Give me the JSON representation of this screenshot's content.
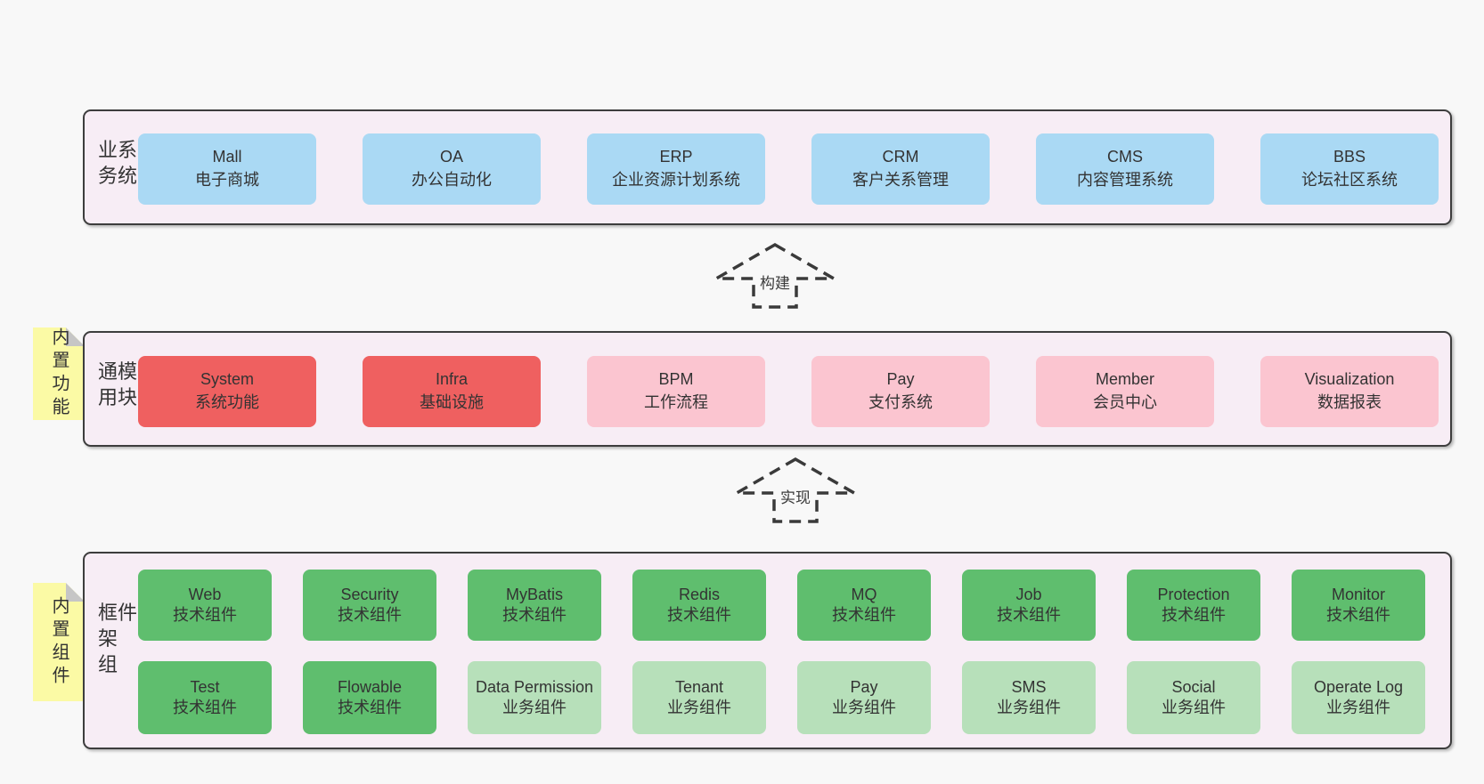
{
  "colors": {
    "page_bg": "#f8f8f8",
    "layer_bg": "#f7edf5",
    "layer_border": "#3d3d3d",
    "blue_box": "#aad9f4",
    "red_box": "#ef6060",
    "pink_box": "#fbc5d0",
    "green_dark_box": "#5fbe6e",
    "green_light_box": "#b7e0ba",
    "sticky_note": "#fbfaa5",
    "note_fold": "#c6c6c6",
    "text": "#333333"
  },
  "arrows": {
    "build": "构建",
    "implement": "实现"
  },
  "layers": {
    "business": {
      "label": "业务系统",
      "boxes": [
        {
          "title": "Mall",
          "subtitle": "电子商城"
        },
        {
          "title": "OA",
          "subtitle": "办公自动化"
        },
        {
          "title": "ERP",
          "subtitle": "企业资源计划系统"
        },
        {
          "title": "CRM",
          "subtitle": "客户关系管理"
        },
        {
          "title": "CMS",
          "subtitle": "内容管理系统"
        },
        {
          "title": "BBS",
          "subtitle": "论坛社区系统"
        }
      ]
    },
    "modules": {
      "label": "通用模块",
      "note": "内置功能",
      "boxes": [
        {
          "title": "System",
          "subtitle": "系统功能"
        },
        {
          "title": "Infra",
          "subtitle": "基础设施"
        },
        {
          "title": "BPM",
          "subtitle": "工作流程"
        },
        {
          "title": "Pay",
          "subtitle": "支付系统"
        },
        {
          "title": "Member",
          "subtitle": "会员中心"
        },
        {
          "title": "Visualization",
          "subtitle": "数据报表"
        }
      ]
    },
    "framework": {
      "label": "框架组件",
      "note": "内置组件",
      "row1": [
        {
          "title": "Web",
          "subtitle": "技术组件"
        },
        {
          "title": "Security",
          "subtitle": "技术组件"
        },
        {
          "title": "MyBatis",
          "subtitle": "技术组件"
        },
        {
          "title": "Redis",
          "subtitle": "技术组件"
        },
        {
          "title": "MQ",
          "subtitle": "技术组件"
        },
        {
          "title": "Job",
          "subtitle": "技术组件"
        },
        {
          "title": "Protection",
          "subtitle": "技术组件"
        },
        {
          "title": "Monitor",
          "subtitle": "技术组件"
        }
      ],
      "row2": [
        {
          "title": "Test",
          "subtitle": "技术组件"
        },
        {
          "title": "Flowable",
          "subtitle": "技术组件"
        },
        {
          "title": "Data Permission",
          "subtitle": "业务组件"
        },
        {
          "title": "Tenant",
          "subtitle": "业务组件"
        },
        {
          "title": "Pay",
          "subtitle": "业务组件"
        },
        {
          "title": "SMS",
          "subtitle": "业务组件"
        },
        {
          "title": "Social",
          "subtitle": "业务组件"
        },
        {
          "title": "Operate Log",
          "subtitle": "业务组件"
        }
      ]
    }
  }
}
